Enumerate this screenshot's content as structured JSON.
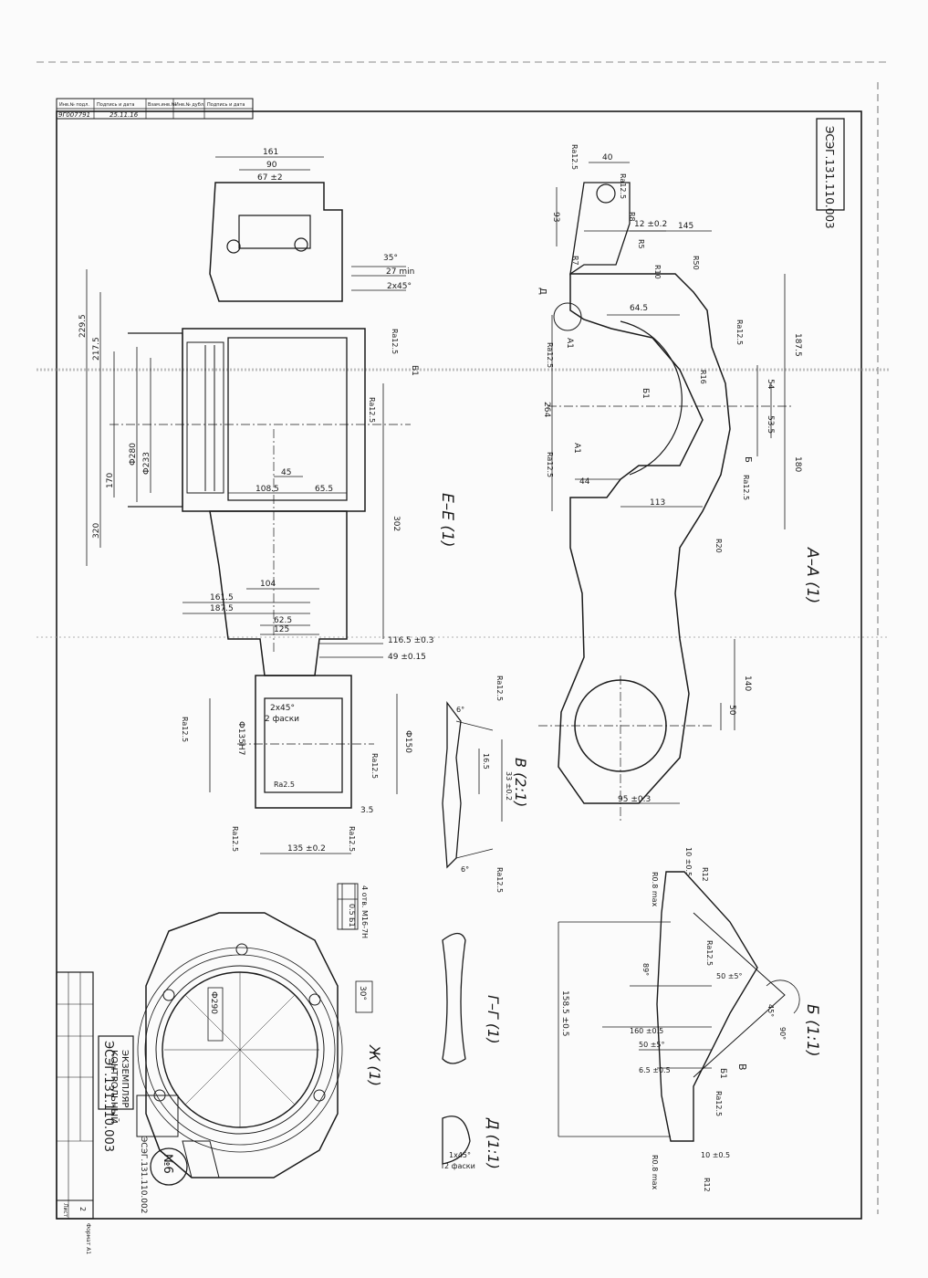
{
  "drawing": {
    "doc_number_top": "ЭСЭГ.131.110.003",
    "doc_number_bottom": "ЭСЭГ.131.110.003",
    "doc_number_side": "ЭСЭГ.131.110.002",
    "sheet_label": "Лист",
    "sheet_number": "2",
    "format_label": "Формат А1",
    "stamp_text_1": "КОНТРОЛЬНЫЙ",
    "stamp_text_2": "ЭКЗЕМПЛЯР",
    "circle_stamp": "№6",
    "inv_number": "9Г007791"
  },
  "left_strip": {
    "col1": "Инв.№ подл.",
    "col2": "Подпись и дата",
    "col3": "Взам.инв.№",
    "col4": "Инв.№ дубл.",
    "col5": "Подпись и дата",
    "date": "25.11.16"
  },
  "views": {
    "aa": "А–А (1)",
    "ee": "Е–Е (1)",
    "b": "Б (1:1)",
    "v": "В (2:1)",
    "g": "Г–Г (1)",
    "zh": "Ж (1)",
    "d": "Д (1:1)"
  },
  "dimensions_ee": {
    "d161": "161",
    "d90": "90",
    "d67": "67 ±2",
    "d229": "229.5",
    "d217": "217.5",
    "d170": "170",
    "d320": "320",
    "d280": "Ф280",
    "d233": "Ф233",
    "d108": "108.5",
    "d45": "45",
    "d65": "65.5",
    "d302": "302",
    "d161b": "161.5",
    "d187": "187.5",
    "d104": "104",
    "d62": "62.5",
    "d125": "125",
    "d116": "116.5 ±0.3",
    "d49": "49 ±0.15",
    "d135": "135 ±0.2",
    "d150": "Ф150",
    "d135h": "Ф135Н7",
    "ch": "2x45°",
    "ch2": "2 фаски",
    "t35": "35°",
    "t27": "27 min",
    "t2": "2x45°",
    "d3_5": "3.5",
    "ra": "Ra12.5",
    "ra25": "Ra2.5",
    "b1": "Б1"
  },
  "dimensions_aa": {
    "d40": "40",
    "d12": "12 ±0.2",
    "d145": "145",
    "d93": "93",
    "d64": "64.5",
    "d187": "187.5",
    "d264": "264",
    "d44": "44",
    "d113": "113",
    "d180": "180",
    "d140": "140",
    "d50": "50",
    "d95": "95 ±0.3",
    "d54": "54",
    "d53": "53.5",
    "r8": "R8",
    "r10": "R10",
    "r16": "R16",
    "r20": "R20",
    "r50": "R50",
    "r5": "R5",
    "r7": "R7",
    "a1": "А1",
    "b1": "Б1",
    "d": "Д",
    "b": "Б",
    "a": "А1",
    "ra": "Ra12.5"
  },
  "dimensions_b": {
    "d10": "10 ±0.5",
    "d158": "158.5 ±0.5",
    "d160": "160 ±0.5",
    "d50a": "50 ±5°",
    "d50b": "50 ±5°",
    "d6": "6.5 ±0.5",
    "d10b": "10 ±0.5",
    "a89": "89°",
    "a90": "90°",
    "a45": "45°",
    "r08": "R0.8 max",
    "r12": "R12",
    "v": "В",
    "b1": "Б1",
    "ra": "Ra12.5"
  },
  "dimensions_v": {
    "d16": "16.5",
    "d33": "33 ±0.2",
    "a6": "6°",
    "ra": "Ra12.5"
  },
  "dimensions_zh": {
    "phi": "Ф290",
    "a30": "30°",
    "holes": "4 отв. М16-7Н",
    "tol": "0.5",
    "b1": "Б1"
  },
  "dimensions_d": {
    "ch": "1x45°",
    "ch2": "2 фаски"
  }
}
